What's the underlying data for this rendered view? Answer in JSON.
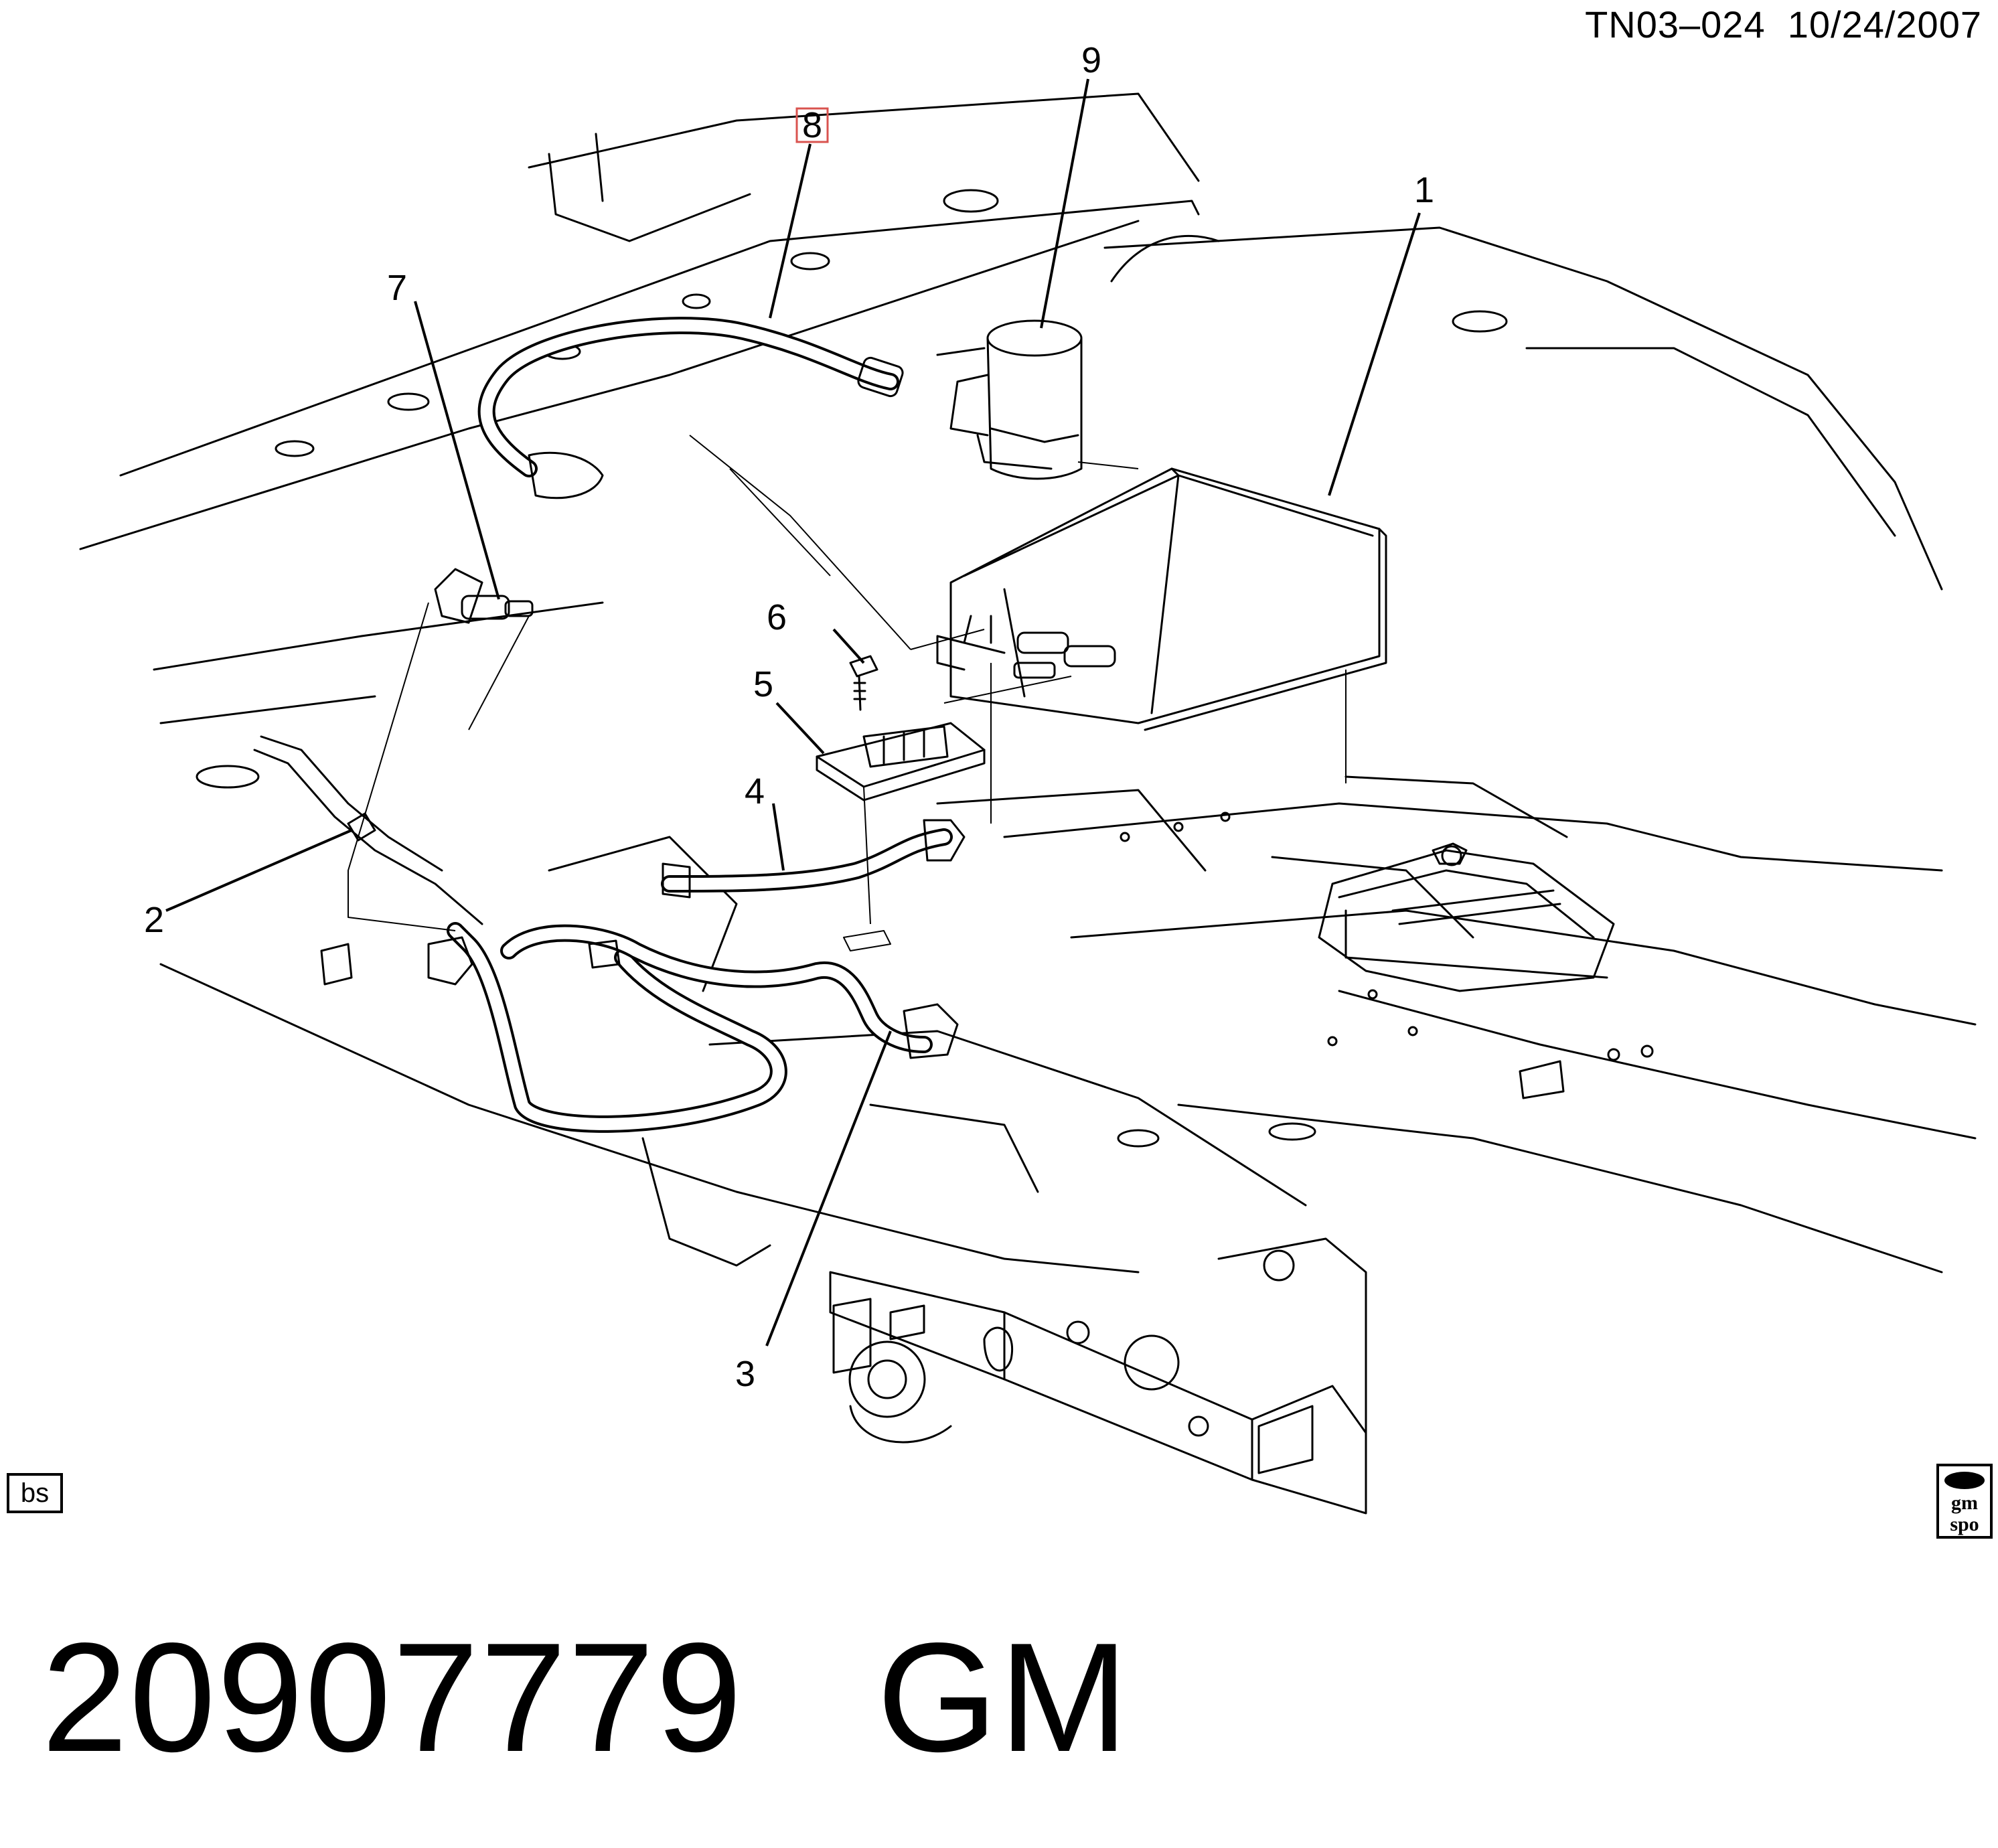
{
  "header": {
    "code": "TN03–024",
    "date": "10/24/2007"
  },
  "callouts": [
    {
      "id": "1",
      "label": "1"
    },
    {
      "id": "2",
      "label": "2"
    },
    {
      "id": "3",
      "label": "3"
    },
    {
      "id": "4",
      "label": "4"
    },
    {
      "id": "5",
      "label": "5"
    },
    {
      "id": "6",
      "label": "6"
    },
    {
      "id": "7",
      "label": "7"
    },
    {
      "id": "8",
      "label": "8",
      "highlighted": true,
      "highlight_color": "#d9534f"
    },
    {
      "id": "9",
      "label": "9"
    }
  ],
  "footer": {
    "bs_label": "bs",
    "part_number": "20907779",
    "brand": "GM",
    "badge": {
      "line1": "gm",
      "line2": "spo"
    }
  },
  "colors": {
    "ink": "#000000",
    "background": "#ffffff",
    "highlight": "#d9534f"
  }
}
